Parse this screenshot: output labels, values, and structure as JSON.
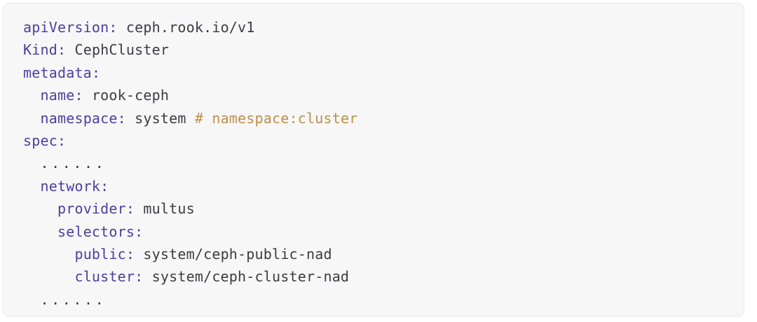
{
  "panel": {
    "name": "yaml-code-block",
    "background_color": "#f7f7f8",
    "border_color": "#ececed",
    "language": "yaml"
  },
  "theme": {
    "key_color": "#4b3f9e",
    "value_color": "#3c3c41",
    "comment_color": "#bf8f4a",
    "text_color": "#3a3a3e"
  },
  "code": {
    "lines": [
      {
        "indent": "",
        "key": "apiVersion",
        "colon": ":",
        "value": " ceph.rook.io/v1",
        "comment": ""
      },
      {
        "indent": "",
        "key": "Kind",
        "colon": ":",
        "value": " CephCluster",
        "comment": ""
      },
      {
        "indent": "",
        "key": "metadata",
        "colon": ":",
        "value": "",
        "comment": ""
      },
      {
        "indent": "  ",
        "key": "name",
        "colon": ":",
        "value": " rook-ceph",
        "comment": ""
      },
      {
        "indent": "  ",
        "key": "namespace",
        "colon": ":",
        "value": " system ",
        "comment": "# namespace:cluster"
      },
      {
        "indent": "",
        "key": "spec",
        "colon": ":",
        "value": "",
        "comment": ""
      },
      {
        "indent": "  ",
        "key": "",
        "colon": "",
        "value": "",
        "comment": "",
        "dots": "......"
      },
      {
        "indent": "  ",
        "key": "network",
        "colon": ":",
        "value": "",
        "comment": ""
      },
      {
        "indent": "    ",
        "key": "provider",
        "colon": ":",
        "value": " multus",
        "comment": ""
      },
      {
        "indent": "    ",
        "key": "selectors",
        "colon": ":",
        "value": "",
        "comment": ""
      },
      {
        "indent": "      ",
        "key": "public",
        "colon": ":",
        "value": " system/ceph-public-nad",
        "comment": ""
      },
      {
        "indent": "      ",
        "key": "cluster",
        "colon": ":",
        "value": " system/ceph-cluster-nad",
        "comment": ""
      },
      {
        "indent": "  ",
        "key": "",
        "colon": "",
        "value": "",
        "comment": "",
        "dots": "......"
      }
    ]
  }
}
